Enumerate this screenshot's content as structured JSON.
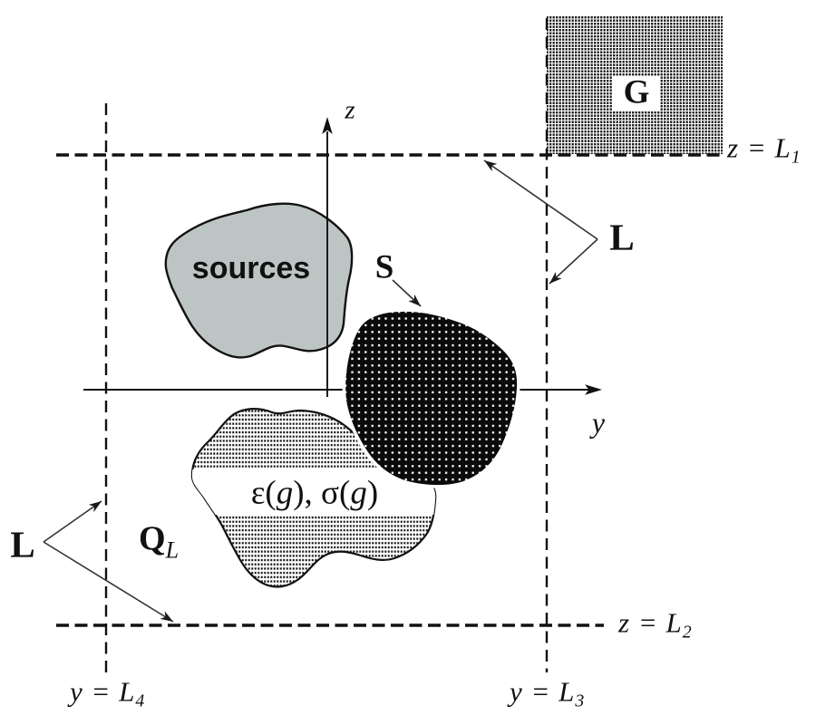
{
  "figure": {
    "description": "Geometry diagram of a layered medium with sources, scatterer S, medium epsilon(g) sigma(g), and region G between boundaries",
    "background_color": "#ffffff",
    "ink_color": "#111111",
    "axes": {
      "z_label": "z",
      "y_label": "y"
    },
    "regions": {
      "sources": {
        "label": "sources",
        "fill": "#bcc4c4"
      },
      "scatterer": {
        "label": "S"
      },
      "gain": {
        "label": "G"
      },
      "medium": {
        "label_parts": [
          "ε(",
          "g",
          "), σ(",
          "g",
          ")"
        ]
      }
    },
    "boundaries": {
      "top": {
        "prefix": "z = L",
        "sub": "1"
      },
      "bottom": {
        "prefix": "z = L",
        "sub": "2"
      },
      "right": {
        "prefix": "y = L",
        "sub": "3"
      },
      "left": {
        "prefix": "y = L",
        "sub": "4"
      }
    },
    "pointers": {
      "right_label": "L",
      "left_label": "L",
      "ql": {
        "base": "Q",
        "sub": "L"
      }
    }
  }
}
